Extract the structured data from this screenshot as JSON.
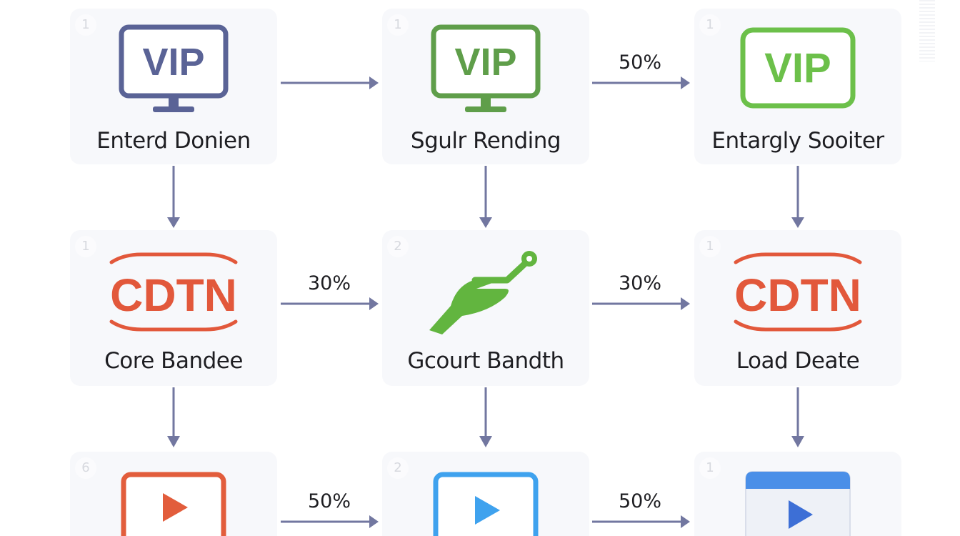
{
  "colors": {
    "card_bg": "#f7f8fb",
    "arrow": "#7277a0",
    "vip_blue": "#5a6396",
    "vip_green_dark": "#5f9e4a",
    "vip_green_light": "#6cc04a",
    "cdtn_red": "#e2583b",
    "hand_green": "#62b53f",
    "play_red": "#e25d3c",
    "play_blue": "#3fa2ee",
    "play_dark_blue": "#3d6fd6"
  },
  "nodes": [
    {
      "id": "n1",
      "badge": "1",
      "icon": "vip-monitor-icon",
      "icon_text": "VIP",
      "label": "Enterd Donien"
    },
    {
      "id": "n2",
      "badge": "1",
      "icon": "vip-monitor-icon",
      "icon_text": "VIP",
      "label": "Sgulr Rending"
    },
    {
      "id": "n3",
      "badge": "1",
      "icon": "vip-screen-icon",
      "icon_text": "VIP",
      "label": "Entargly Sooiter"
    },
    {
      "id": "n4",
      "badge": "1",
      "icon": "cdtn-logo-icon",
      "icon_text": "CDTN",
      "label": "Core Bandee"
    },
    {
      "id": "n5",
      "badge": "2",
      "icon": "hand-connector-icon",
      "label": "Gcourt Bandth"
    },
    {
      "id": "n6",
      "badge": "1",
      "icon": "cdtn-logo-icon",
      "icon_text": "CDTN",
      "label": "Load Deate"
    },
    {
      "id": "n7",
      "badge": "6",
      "icon": "play-button-icon",
      "label": ""
    },
    {
      "id": "n8",
      "badge": "2",
      "icon": "play-button-icon",
      "label": ""
    },
    {
      "id": "n9",
      "badge": "1",
      "icon": "video-player-icon",
      "label": ""
    }
  ],
  "edges": [
    {
      "from": "n1",
      "to": "n2",
      "label": ""
    },
    {
      "from": "n2",
      "to": "n3",
      "label": "50%"
    },
    {
      "from": "n4",
      "to": "n5",
      "label": "30%"
    },
    {
      "from": "n5",
      "to": "n6",
      "label": "30%"
    },
    {
      "from": "n7",
      "to": "n8",
      "label": "50%"
    },
    {
      "from": "n8",
      "to": "n9",
      "label": "50%"
    },
    {
      "from": "n1",
      "to": "n4",
      "label": ""
    },
    {
      "from": "n2",
      "to": "n5",
      "label": ""
    },
    {
      "from": "n3",
      "to": "n6",
      "label": ""
    },
    {
      "from": "n4",
      "to": "n7",
      "label": ""
    },
    {
      "from": "n5",
      "to": "n8",
      "label": ""
    },
    {
      "from": "n6",
      "to": "n9",
      "label": ""
    }
  ]
}
